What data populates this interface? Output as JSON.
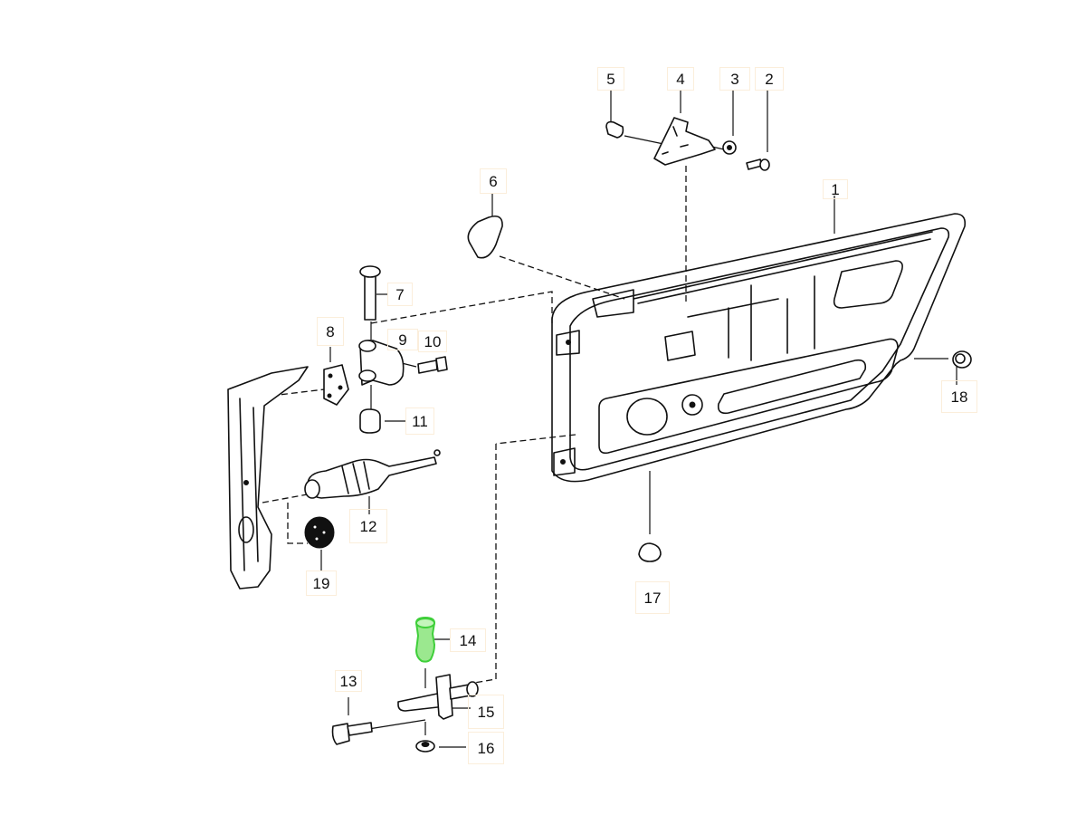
{
  "diagram": {
    "title": "Door assembly parts diagram",
    "highlight_color": "#3fcf3a",
    "highlighted_part": "14",
    "callouts": [
      {
        "id": "1",
        "text": "1",
        "part": "door shell"
      },
      {
        "id": "2",
        "text": "2",
        "part": "screw"
      },
      {
        "id": "3",
        "text": "3",
        "part": "washer"
      },
      {
        "id": "4",
        "text": "4",
        "part": "striker bracket"
      },
      {
        "id": "5",
        "text": "5",
        "part": "rubber buffer"
      },
      {
        "id": "6",
        "text": "6",
        "part": "cover cap"
      },
      {
        "id": "7",
        "text": "7",
        "part": "hinge pin"
      },
      {
        "id": "8",
        "text": "8",
        "part": "hinge plate"
      },
      {
        "id": "9",
        "text": "9",
        "part": "hinge"
      },
      {
        "id": "10",
        "text": "10",
        "part": "hinge bolt"
      },
      {
        "id": "11",
        "text": "11",
        "part": "bushing"
      },
      {
        "id": "12",
        "text": "12",
        "part": "door check strap"
      },
      {
        "id": "13",
        "text": "13",
        "part": "bolt"
      },
      {
        "id": "14",
        "text": "14",
        "part": "guide pin"
      },
      {
        "id": "15",
        "text": "15",
        "part": "bracket"
      },
      {
        "id": "16",
        "text": "16",
        "part": "nut"
      },
      {
        "id": "17",
        "text": "17",
        "part": "plug"
      },
      {
        "id": "18",
        "text": "18",
        "part": "grommet"
      },
      {
        "id": "19",
        "text": "19",
        "part": "damper"
      }
    ]
  }
}
